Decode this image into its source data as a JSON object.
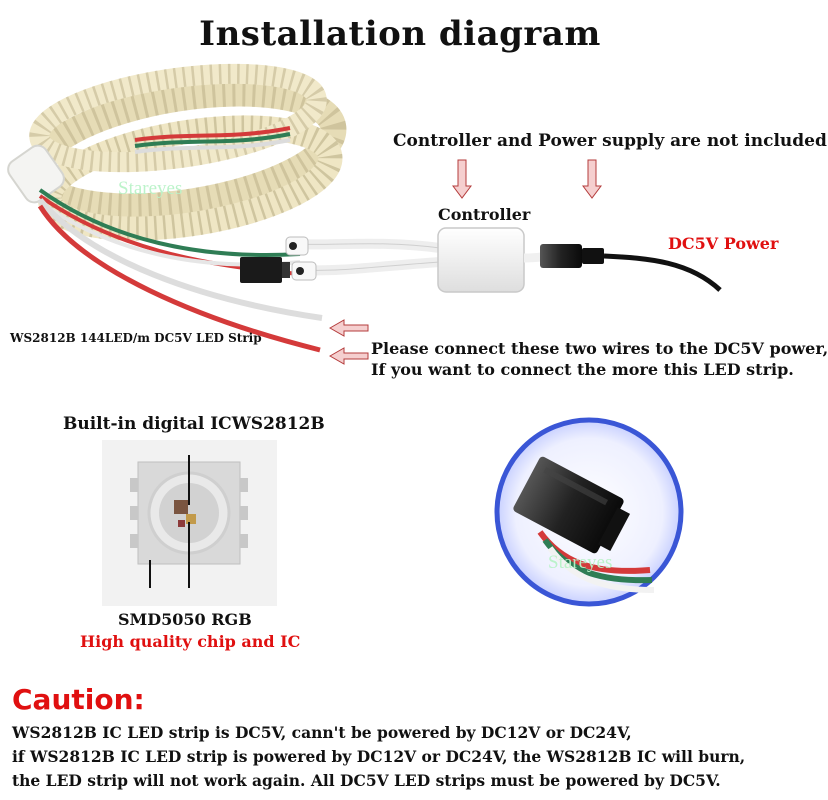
{
  "title": "Installation diagram",
  "note_top": "Controller and Power supply are not included",
  "controller_label": "Controller",
  "power_label": "DC5V Power",
  "strip_label": "WS2812B 144LED/m DC5V LED Strip",
  "connect_note": [
    "Please connect these two wires to the DC5V power,",
    "If you want to connect the more this LED strip."
  ],
  "chip": {
    "title": "Built-in digital ICWS2812B",
    "name": "SMD5050 RGB",
    "quality": "High quality chip and IC"
  },
  "watermark": "Stareyes",
  "caution": {
    "heading": "Caution:",
    "lines": [
      "WS2812B IC LED strip is DC5V, cann't be powered by DC12V or DC24V,",
      "if  WS2812B IC LED strip is powered by DC12V or DC24V, the WS2812B IC will burn,",
      "the LED strip will not work again. All DC5V LED strips must be powered by DC5V."
    ]
  },
  "colors": {
    "accent_red": "#e01010",
    "strip_tape": "#efe6c4",
    "wire_red": "#d43a3a",
    "wire_green": "#2f7d55",
    "wire_white": "#e8e8e8",
    "zoom_ring": "#3a56d6",
    "arrow_fill": "#f5cfcf"
  }
}
